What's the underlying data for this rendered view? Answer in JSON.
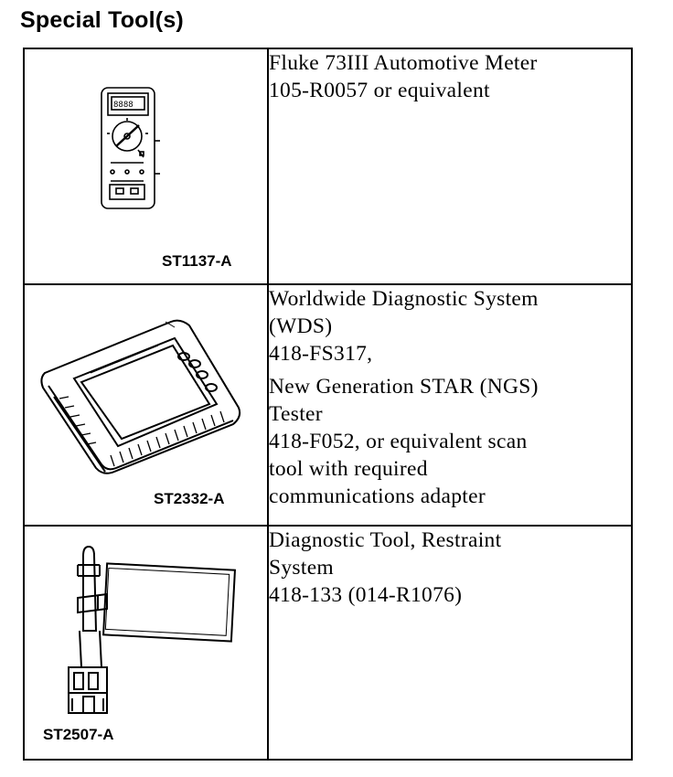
{
  "heading": "Special Tool(s)",
  "tools": [
    {
      "code": "ST1137-A",
      "icon": "multimeter-illustration",
      "description": [
        [
          "Fluke 73III Automotive Meter",
          "105-R0057 or equivalent"
        ]
      ]
    },
    {
      "code": "ST2332-A",
      "icon": "diagnostic-tester-illustration",
      "description": [
        [
          "Worldwide Diagnostic System",
          "(WDS)",
          "418-FS317,"
        ],
        [
          "New Generation STAR (NGS)",
          "Tester",
          "418-F052, or equivalent scan",
          "tool with required",
          "communications adapter"
        ]
      ]
    },
    {
      "code": "ST2507-A",
      "icon": "restraint-diagnostic-tool-illustration",
      "description": [
        [
          "Diagnostic Tool, Restraint",
          "System",
          "418-133 (014-R1076)"
        ]
      ]
    }
  ]
}
